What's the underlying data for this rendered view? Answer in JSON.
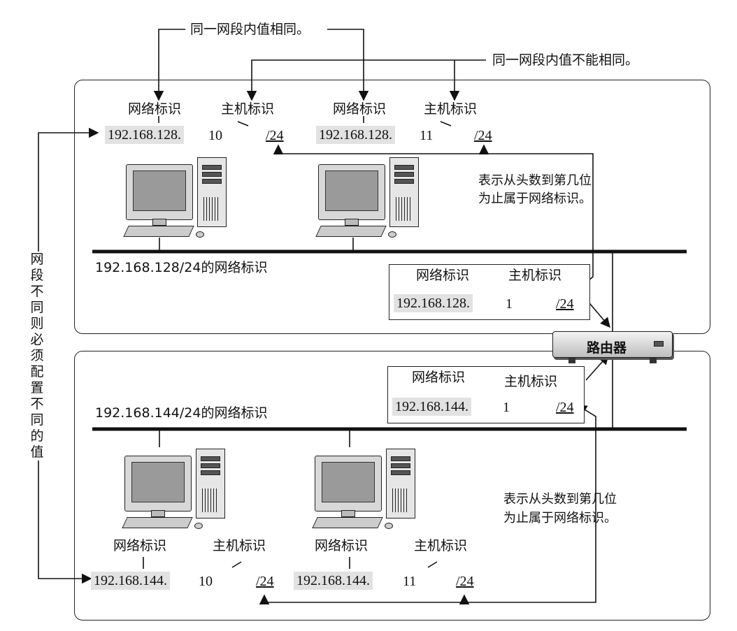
{
  "top_annotations": {
    "same_network": "同一网段内值相同。",
    "different_host": "同一网段内值不能相同。"
  },
  "left_annotation": [
    "网",
    "段",
    "不",
    "同",
    "则",
    "必",
    "须",
    "配",
    "置",
    "不",
    "同",
    "的",
    "值"
  ],
  "network_top": {
    "host_a": {
      "net_label": "网络标识",
      "host_label": "主机标识",
      "net": "192.168.128.",
      "host": "10",
      "prefix": "/24"
    },
    "host_b": {
      "net_label": "网络标识",
      "host_label": "主机标识",
      "net": "192.168.128.",
      "host": "11",
      "prefix": "/24"
    },
    "prefix_note": [
      "表示从头数到第几位",
      "为止属于网络标识。"
    ],
    "network_label": "192.168.128/24的网络标识",
    "router_if": {
      "net_label": "网络标识",
      "host_label": "主机标识",
      "net": "192.168.128.",
      "host": "1",
      "prefix": "/24"
    }
  },
  "router": {
    "label": "路由器"
  },
  "network_bottom": {
    "router_if": {
      "net_label": "网络标识",
      "host_label": "主机标识",
      "net": "192.168.144.",
      "host": "1",
      "prefix": "/24"
    },
    "network_label": "192.168.144/24的网络标识",
    "prefix_note": [
      "表示从头数到第几位",
      "为止属于网络标识。"
    ],
    "host_a": {
      "net_label": "网络标识",
      "host_label": "主机标识",
      "net": "192.168.144.",
      "host": "10",
      "prefix": "/24"
    },
    "host_b": {
      "net_label": "网络标识",
      "host_label": "主机标识",
      "net": "192.168.144.",
      "host": "11",
      "prefix": "/24"
    }
  }
}
